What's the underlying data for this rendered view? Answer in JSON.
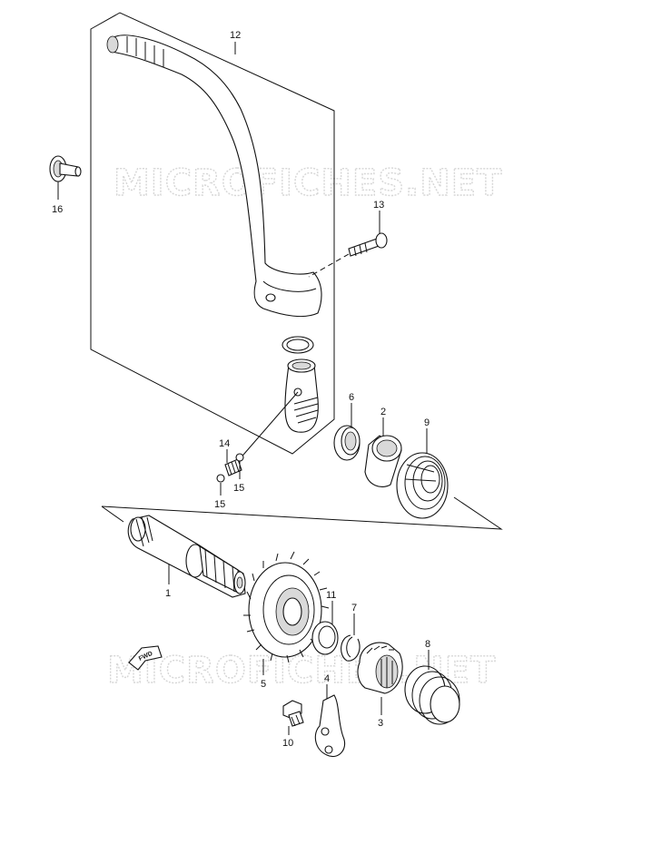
{
  "watermarks": [
    "MICROFICHES.NET",
    "MICROFICHES.NET"
  ],
  "direction_arrow": {
    "label": "FWD"
  },
  "parts": [
    {
      "ref": "1"
    },
    {
      "ref": "2"
    },
    {
      "ref": "3"
    },
    {
      "ref": "4"
    },
    {
      "ref": "5"
    },
    {
      "ref": "6"
    },
    {
      "ref": "7"
    },
    {
      "ref": "8"
    },
    {
      "ref": "9"
    },
    {
      "ref": "10"
    },
    {
      "ref": "11"
    },
    {
      "ref": "12"
    },
    {
      "ref": "13"
    },
    {
      "ref": "14"
    },
    {
      "ref": "15"
    },
    {
      "ref": "15"
    },
    {
      "ref": "16"
    }
  ],
  "colors": {
    "line": "#111111",
    "watermark_outline": "#d6d6d6",
    "shade": "#d9d9d9"
  }
}
